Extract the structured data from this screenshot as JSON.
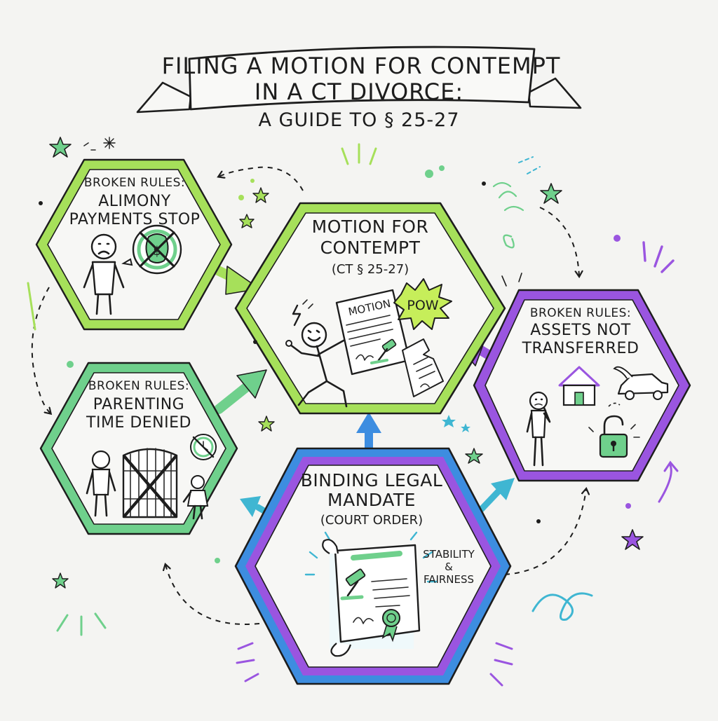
{
  "title": {
    "line1": "FILING A MOTION FOR CONTEMPT",
    "line2": "IN A CT DIVORCE:",
    "subtitle": "A GUIDE TO § 25-27"
  },
  "nodes": {
    "alimony": {
      "line1": "BROKEN RULES:",
      "line2": "ALIMONY",
      "line3": "PAYMENTS STOP"
    },
    "parenting": {
      "line1": "BROKEN RULES:",
      "line2": "PARENTING",
      "line3": "TIME DENIED"
    },
    "assets": {
      "line1": "BROKEN RULES:",
      "line2": "ASSETS NOT",
      "line3": "TRANSFERRED"
    },
    "motion": {
      "line1": "MOTION FOR",
      "line2": "CONTEMPT",
      "line3": "(CT § 25-27)",
      "doc_label": "MOTION",
      "burst_label": "POW"
    },
    "mandate": {
      "line1": "BINDING LEGAL",
      "line2": "MANDATE",
      "line3": "(COURT ORDER)",
      "note_line1": "STABILITY",
      "note_line2": "&",
      "note_line3": "FAIRNESS"
    }
  },
  "colors": {
    "lime": "#a6e05a",
    "mint": "#6fd08c",
    "purple": "#9a55e0",
    "blue": "#3d8de0",
    "teal": "#3fb6d2",
    "ink": "#1d1d1d",
    "paper": "#f4f4f2"
  },
  "icons": [
    "sad-person-icon",
    "no-money-icon",
    "gavel-icon",
    "document-icon",
    "house-icon",
    "car-icon",
    "padlock-icon",
    "gate-icon",
    "child-icon",
    "scroll-icon",
    "seal-icon",
    "star-icon"
  ]
}
